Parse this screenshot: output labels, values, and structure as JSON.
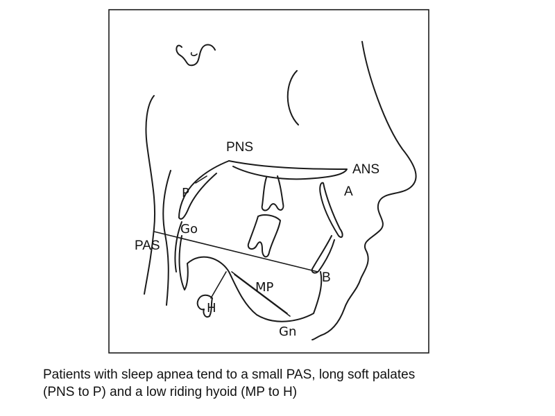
{
  "labels": {
    "pns": "PNS",
    "ans": "ANS",
    "a": "A",
    "p": "P",
    "go": "Go",
    "pas": "PAS",
    "b": "B",
    "mp": "MP",
    "h": "H",
    "gn": "Gn"
  },
  "caption": {
    "line1": "Patients with sleep apnea tend to a small PAS, long soft palates",
    "line2": "(PNS to P) and a low riding hyoid (MP to H)"
  }
}
